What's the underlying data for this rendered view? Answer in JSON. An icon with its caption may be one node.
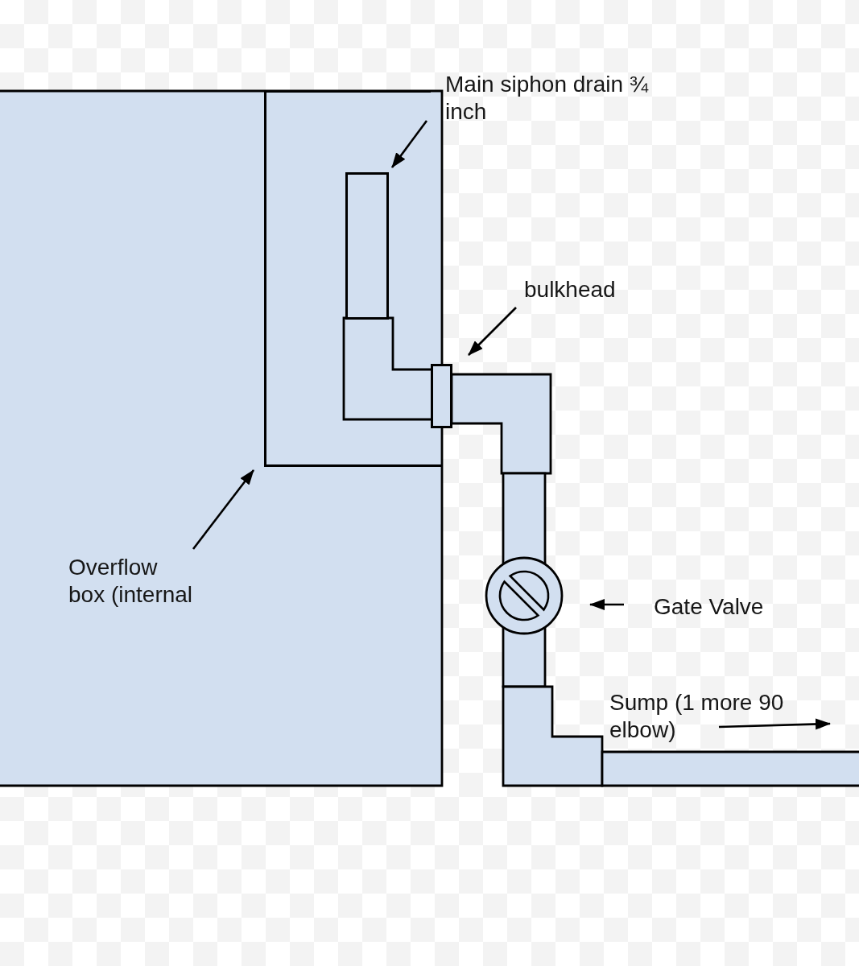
{
  "diagram": {
    "nodes": [
      {
        "text": [
          "Main siphon drain ¾ inch"
        ]
      },
      {
        "text": [],
        "shape": "box"
      },
      {
        "text": [],
        "shape": "box",
        "in": 1
      },
      {
        "text": [
          "bulkhead"
        ]
      },
      {
        "text": [],
        "shape": "box"
      },
      {
        "text": [
          "Overflow box (internal"
        ]
      },
      {
        "text": [],
        "shape": "circle"
      },
      {
        "text": [
          "Gate Valve"
        ]
      },
      {
        "text": [
          "Sump (1 more 90 elbow)"
        ]
      }
    ],
    "edges": [
      {
        "from": 0,
        "to": 2,
        "arrow": "to"
      },
      {
        "from": 3,
        "to": 4,
        "arrow": "to"
      },
      {
        "from": 5,
        "to": 1,
        "arrow": "to"
      },
      {
        "from": 7,
        "to": 6,
        "arrow": "to"
      },
      {
        "from": 8,
        "to": null,
        "arrow": "to"
      }
    ]
  }
}
